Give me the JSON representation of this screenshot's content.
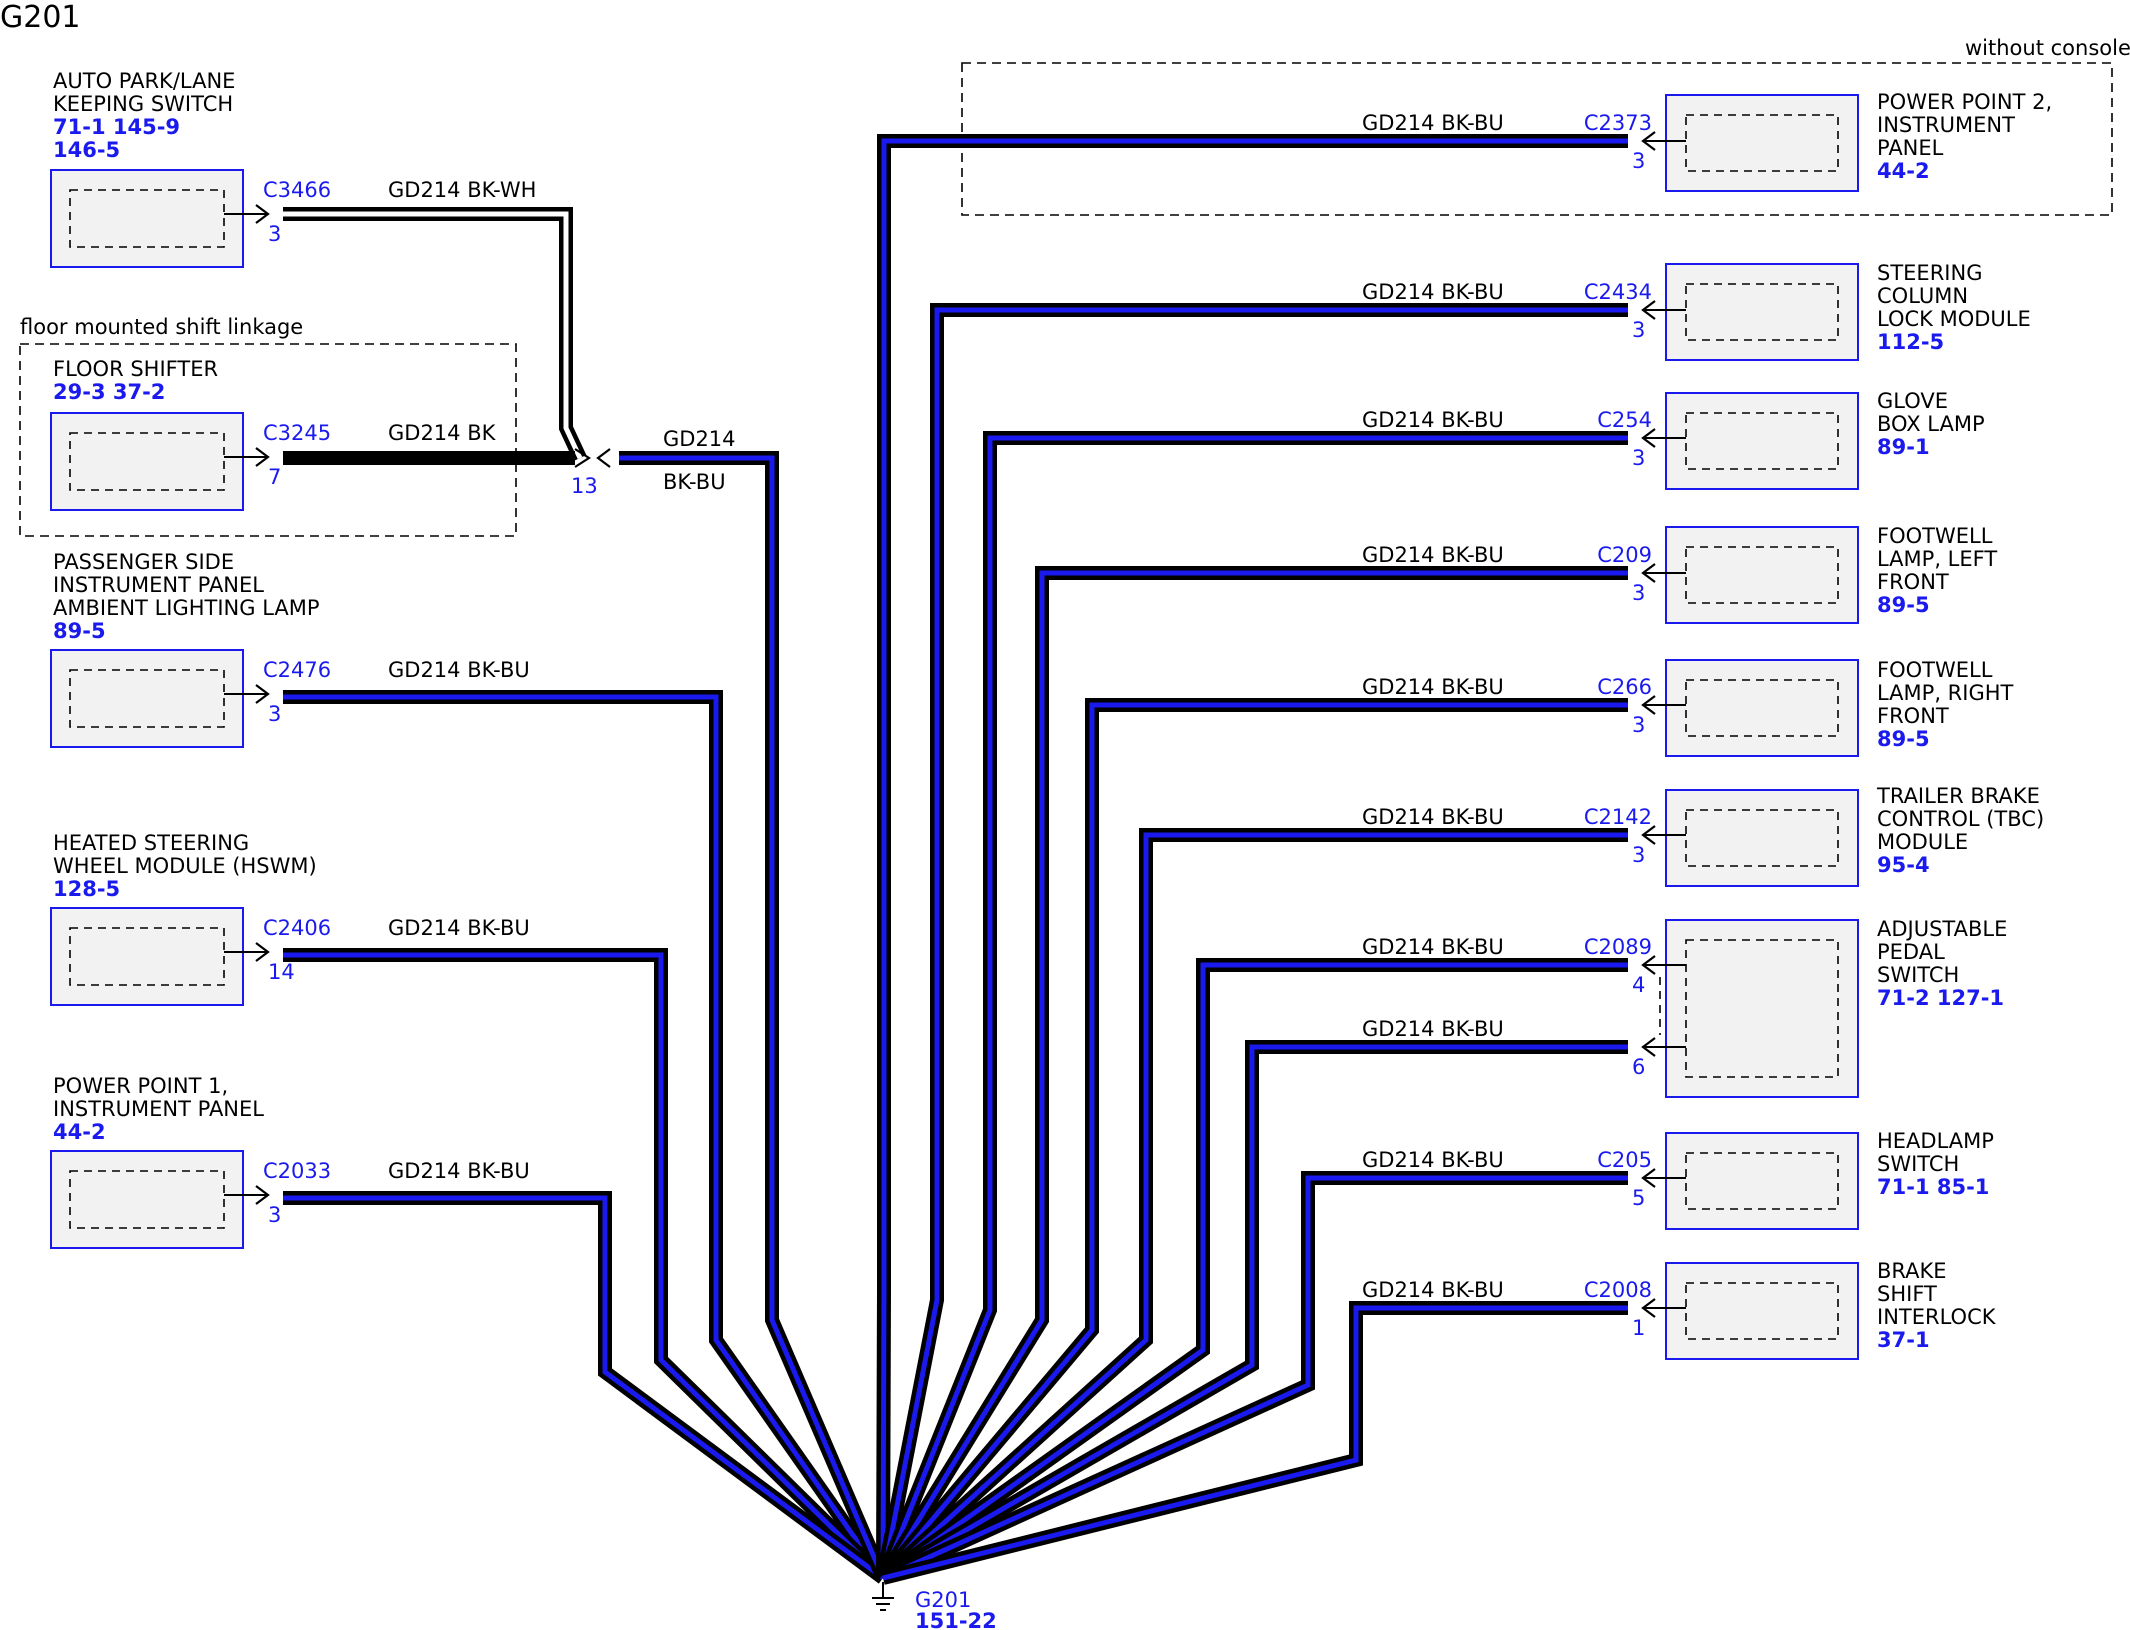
{
  "diagram": {
    "title": "G201",
    "colors": {
      "label_blue": "#1a1aee",
      "wire_blue": "#1a1aee",
      "wire_white": "#ffffff",
      "outline": "#000000",
      "box_fill": "#f2f2f2"
    },
    "groups": {
      "without_console": "without console",
      "floor_shift": "floor mounted shift linkage"
    },
    "splice": {
      "pin": "13",
      "upper_label": "GD214",
      "lower_label": "BK-BU"
    },
    "ground": {
      "label": "G201",
      "ref": "151-22",
      "icon": "ground-icon"
    },
    "left_components": [
      {
        "title_lines": [
          "AUTO PARK/LANE",
          "KEEPING SWITCH"
        ],
        "refs": [
          "71-1   145-9",
          "146-5"
        ],
        "connector": "C3466",
        "pin": "3",
        "wire_label": "GD214   BK-WH",
        "wire_color": "BK-WH"
      },
      {
        "title_lines": [
          "FLOOR SHIFTER"
        ],
        "refs": [
          "29-3   37-2"
        ],
        "connector": "C3245",
        "pin": "7",
        "wire_label": "GD214   BK",
        "wire_color": "BK"
      },
      {
        "title_lines": [
          "PASSENGER SIDE",
          "INSTRUMENT PANEL",
          "AMBIENT LIGHTING LAMP"
        ],
        "refs": [
          "89-5"
        ],
        "connector": "C2476",
        "pin": "3",
        "wire_label": "GD214   BK-BU",
        "wire_color": "BK-BU"
      },
      {
        "title_lines": [
          "HEATED STEERING",
          "WHEEL MODULE (HSWM)"
        ],
        "refs": [
          "128-5"
        ],
        "connector": "C2406",
        "pin": "14",
        "wire_label": "GD214   BK-BU",
        "wire_color": "BK-BU"
      },
      {
        "title_lines": [
          "POWER POINT 1,",
          "INSTRUMENT PANEL"
        ],
        "refs": [
          "44-2"
        ],
        "connector": "C2033",
        "pin": "3",
        "wire_label": "GD214   BK-BU",
        "wire_color": "BK-BU"
      }
    ],
    "right_components": [
      {
        "title_lines": [
          "POWER POINT 2,",
          "INSTRUMENT",
          "PANEL"
        ],
        "refs": [
          "44-2"
        ],
        "connector": "C2373",
        "pins": [
          "3"
        ],
        "wire_label": "GD214   BK-BU"
      },
      {
        "title_lines": [
          "STEERING",
          "COLUMN",
          "LOCK MODULE"
        ],
        "refs": [
          "112-5"
        ],
        "connector": "C2434",
        "pins": [
          "3"
        ],
        "wire_label": "GD214   BK-BU"
      },
      {
        "title_lines": [
          "GLOVE",
          "BOX LAMP"
        ],
        "refs": [
          "89-1"
        ],
        "connector": "C254",
        "pins": [
          "3"
        ],
        "wire_label": "GD214   BK-BU"
      },
      {
        "title_lines": [
          "FOOTWELL",
          "LAMP, LEFT",
          "FRONT"
        ],
        "refs": [
          "89-5"
        ],
        "connector": "C209",
        "pins": [
          "3"
        ],
        "wire_label": "GD214   BK-BU"
      },
      {
        "title_lines": [
          "FOOTWELL",
          "LAMP, RIGHT",
          "FRONT"
        ],
        "refs": [
          "89-5"
        ],
        "connector": "C266",
        "pins": [
          "3"
        ],
        "wire_label": "GD214   BK-BU"
      },
      {
        "title_lines": [
          "TRAILER BRAKE",
          "CONTROL (TBC)",
          "MODULE"
        ],
        "refs": [
          "95-4"
        ],
        "connector": "C2142",
        "pins": [
          "3"
        ],
        "wire_label": "GD214   BK-BU"
      },
      {
        "title_lines": [
          "ADJUSTABLE",
          "PEDAL",
          "SWITCH"
        ],
        "refs": [
          "71-2   127-1"
        ],
        "connector": "C2089",
        "pins": [
          "4",
          "6"
        ],
        "wire_label": "GD214   BK-BU",
        "wire_label_2": "GD214   BK-BU"
      },
      {
        "title_lines": [
          "HEADLAMP",
          "SWITCH"
        ],
        "refs": [
          "71-1   85-1"
        ],
        "connector": "C205",
        "pins": [
          "5"
        ],
        "wire_label": "GD214   BK-BU"
      },
      {
        "title_lines": [
          "BRAKE",
          "SHIFT",
          "INTERLOCK"
        ],
        "refs": [
          "37-1"
        ],
        "connector": "C2008",
        "pins": [
          "1"
        ],
        "wire_label": "GD214   BK-BU"
      }
    ]
  }
}
